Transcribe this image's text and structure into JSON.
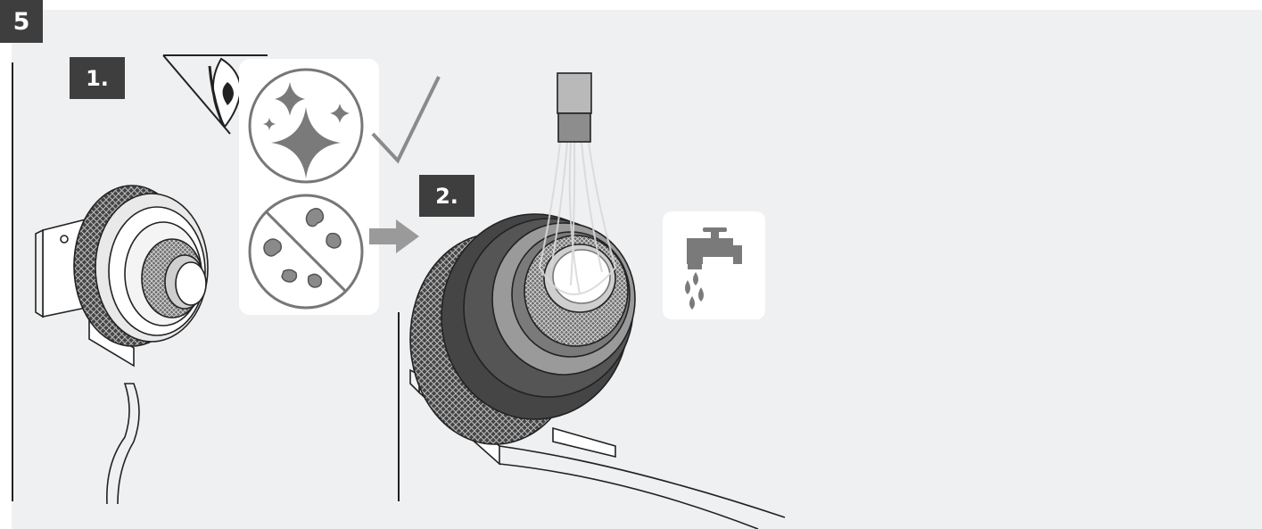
{
  "step_number": "5",
  "sub_steps": [
    "1.",
    "2."
  ],
  "icons": [
    "inspect-eye-icon",
    "clean-sparkle-icon",
    "dirt-particles-icon",
    "checkmark-icon",
    "arrow-right-icon",
    "water-tap-icon"
  ],
  "colors": {
    "background": "#eff0f2",
    "badge": "#3e3e3e",
    "line": "#2a2a2a",
    "icon_grey": "#7a7a7a"
  }
}
